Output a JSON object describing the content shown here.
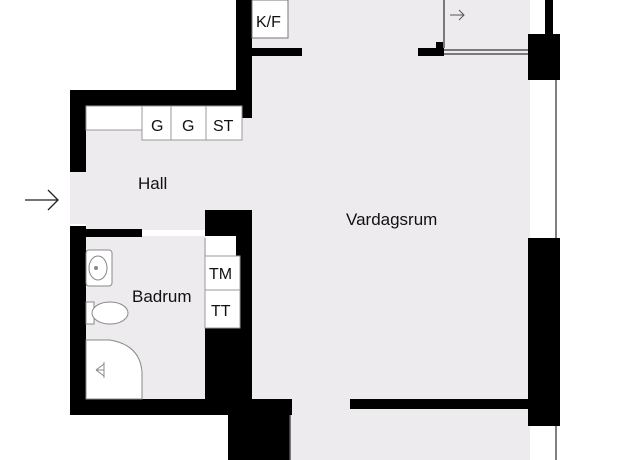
{
  "colors": {
    "floor": "#eeebee",
    "wall": "#000000",
    "cabinet": "#ffffff",
    "line": "#555555"
  },
  "rooms": {
    "vardagsrum": "Vardagsrum",
    "hall": "Hall",
    "badrum": "Badrum"
  },
  "fixtures": {
    "kitchen": "K/F",
    "cabinet_1": "G",
    "cabinet_2": "G",
    "cabinet_3": "ST",
    "tm": "TM",
    "tt": "TT"
  },
  "icons": {
    "entrance": "arrow-right-icon",
    "kitchen_entry": "arrow-right-icon",
    "sink": "sink-icon",
    "toilet": "toilet-icon",
    "shower": "shower-icon"
  }
}
